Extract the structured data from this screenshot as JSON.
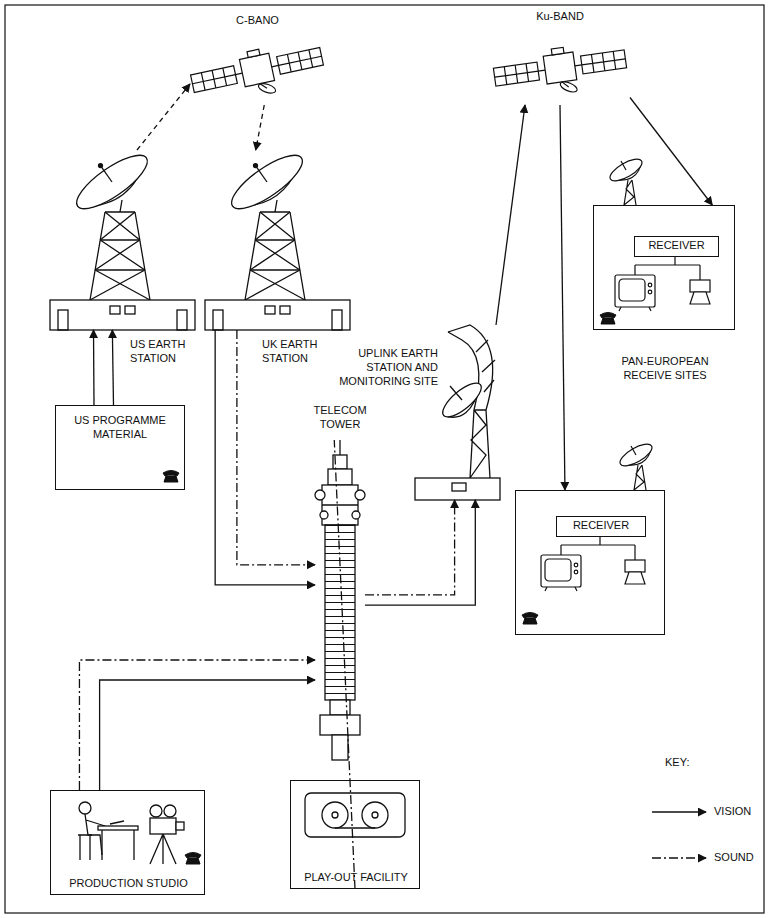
{
  "diagram": {
    "nodes": [
      {
        "text": [
          "C-BANO"
        ]
      },
      {
        "text": [
          "Ku-BAND"
        ]
      },
      {
        "text": [
          "US EARTH STATION"
        ]
      },
      {
        "text": [
          "UK EARTH STATION"
        ]
      },
      {
        "text": [
          "UPLINK EARTH STATION AND MONITORING SITE"
        ]
      },
      {
        "text": []
      },
      {
        "text": [
          "RECEIVER"
        ],
        "in": 5
      },
      {
        "text": []
      },
      {
        "text": [
          "RECEIVER"
        ],
        "in": 7
      },
      {
        "text": [
          "US PROGRAMME MATERIAL"
        ]
      },
      {
        "text": [
          "TELECOM TOWER"
        ]
      },
      {
        "text": [
          "PRODUCTION STUDIO"
        ]
      },
      {
        "text": [
          "PLAY-OUT FACILITY"
        ]
      }
    ],
    "edges": [
      {
        "from": 9,
        "to": 2,
        "arrow": "to"
      },
      {
        "from": 9,
        "to": 2,
        "arrow": "to"
      },
      {
        "from": 2,
        "to": 0,
        "arrow": "to"
      },
      {
        "from": 0,
        "to": 3,
        "arrow": "to"
      },
      {
        "from": 3,
        "to": 10,
        "arrow": "to"
      },
      {
        "from": 3,
        "to": 10,
        "arrow": "to"
      },
      {
        "from": 11,
        "to": 10,
        "arrow": "to"
      },
      {
        "from": 11,
        "to": 10,
        "arrow": "to"
      },
      {
        "from": 12,
        "to": 10,
        "arrow": "none"
      },
      {
        "from": 10,
        "to": 4,
        "arrow": "to"
      },
      {
        "from": 10,
        "to": 4,
        "arrow": "to"
      },
      {
        "from": 4,
        "to": 1,
        "arrow": "to"
      },
      {
        "from": 1,
        "to": 5,
        "arrow": "to"
      },
      {
        "from": 1,
        "to": 7,
        "arrow": "to"
      }
    ],
    "labels": [
      "PAN-EUROPEAN RECEIVE SITES",
      "KEY:"
    ],
    "legend": [
      {
        "text": "VISION"
      },
      {
        "text": "SOUND"
      }
    ]
  }
}
